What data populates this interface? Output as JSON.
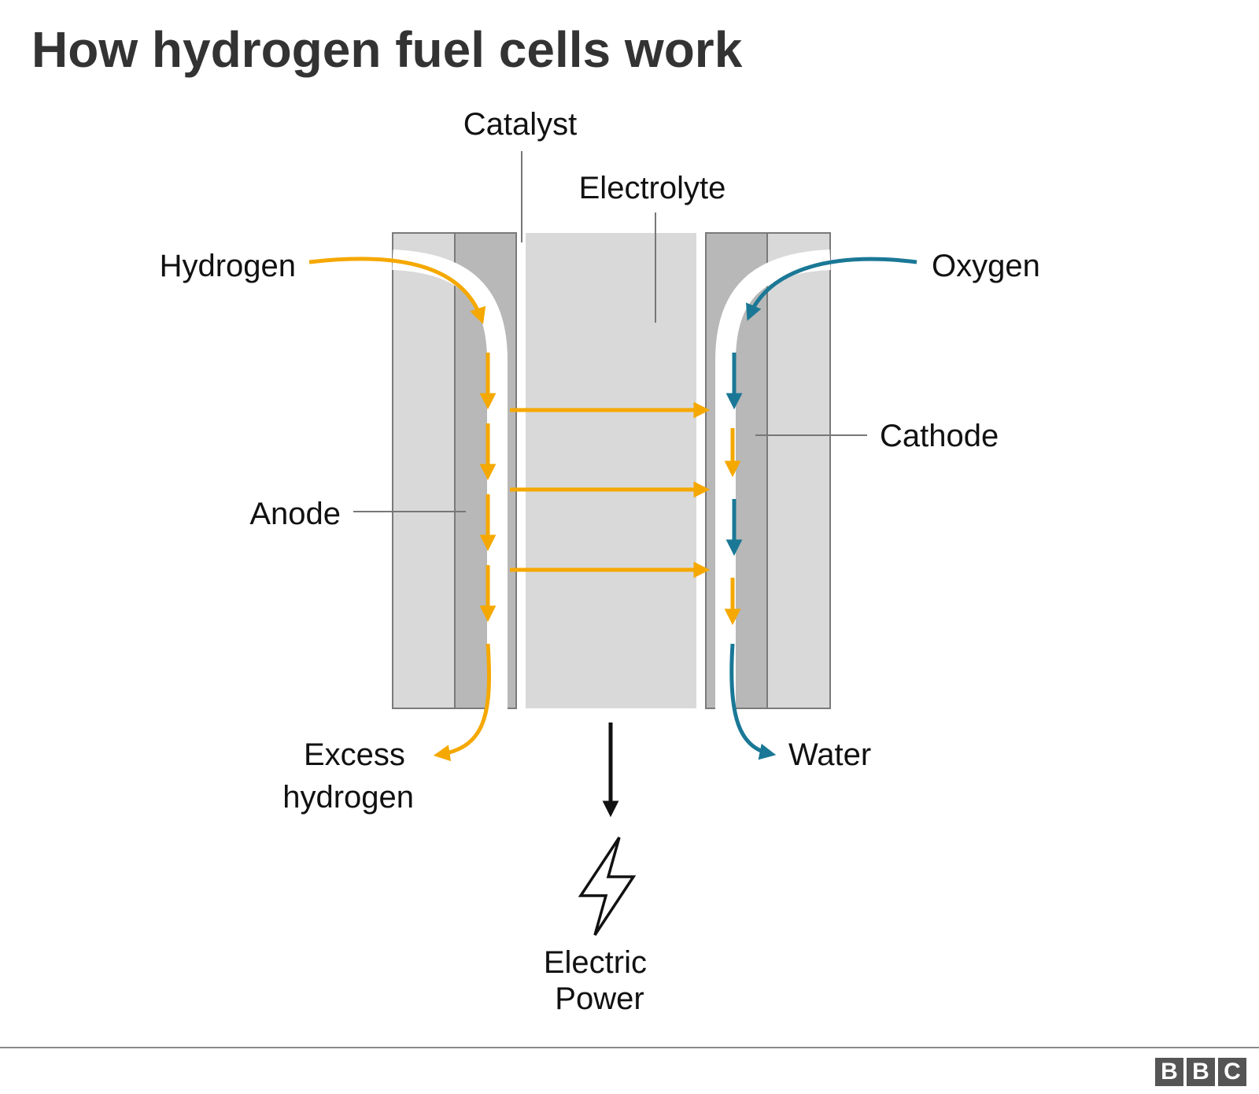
{
  "title": "How hydrogen fuel cells work",
  "labels": {
    "catalyst": "Catalyst",
    "electrolyte": "Electrolyte",
    "hydrogen": "Hydrogen",
    "oxygen": "Oxygen",
    "cathode": "Cathode",
    "anode": "Anode",
    "excess_hydrogen_line1": "Excess",
    "excess_hydrogen_line2": "hydrogen",
    "water": "Water",
    "electric_power_line1": "Electric",
    "electric_power_line2": "Power"
  },
  "logo": {
    "letters": [
      "B",
      "B",
      "C"
    ]
  },
  "colors": {
    "hydrogen": "#f5a800",
    "oxygen": "#1a7896",
    "plate_light": "#d9d9d9",
    "plate_dark": "#b8b8b8",
    "outline": "#7a7a7a",
    "text": "#111111",
    "title": "#333333"
  },
  "icons": {
    "power": "lightning-bolt-icon",
    "power_arrow": "arrow-down-icon"
  }
}
